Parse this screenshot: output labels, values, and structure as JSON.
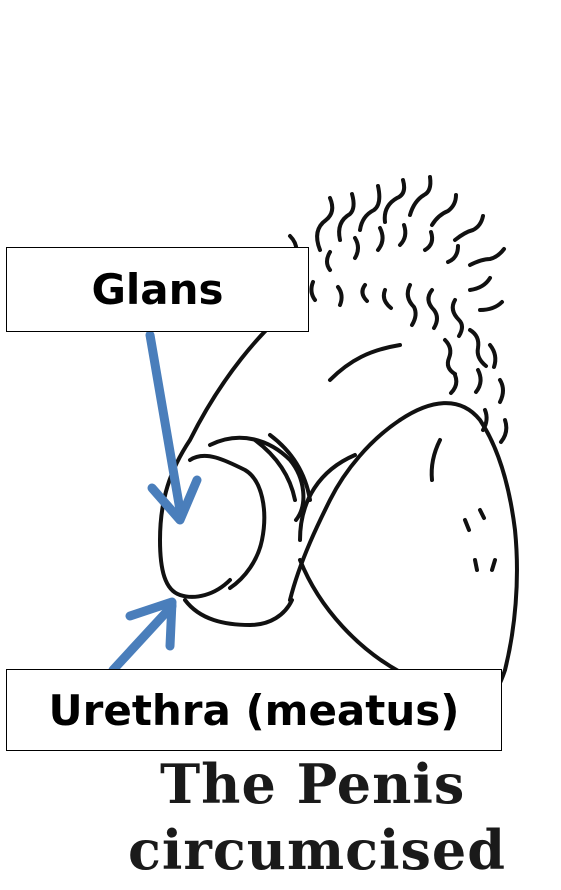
{
  "labels": {
    "glans": "Glans",
    "urethra": "Urethra (meatus)"
  },
  "caption": {
    "line1": "The Penis",
    "line2": "circumcised"
  },
  "colors": {
    "arrow": "#4a7ebb",
    "line_art": "#111111",
    "box_border": "#000000"
  }
}
